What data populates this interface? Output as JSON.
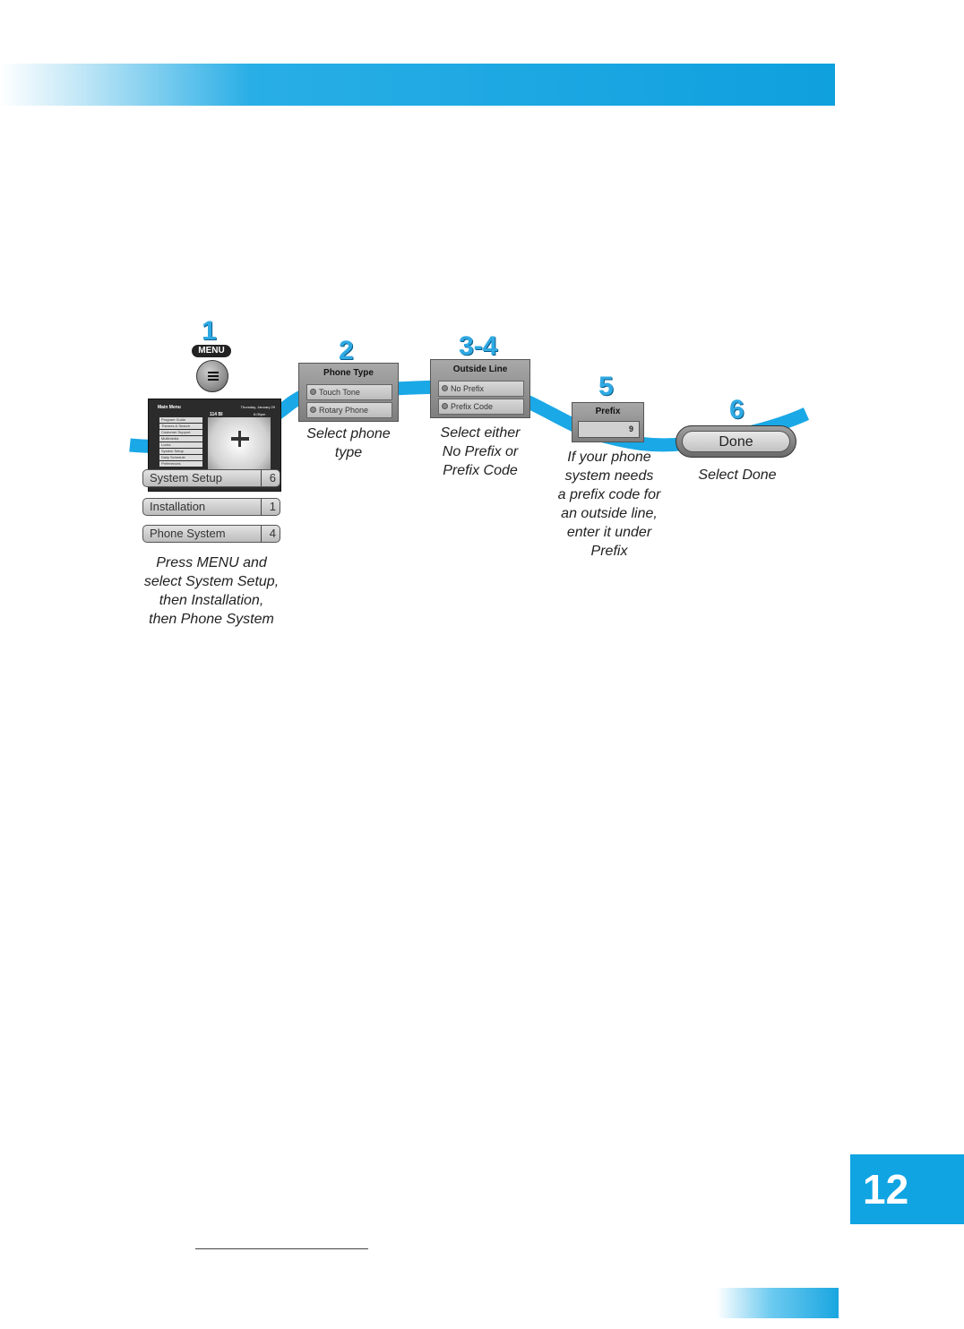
{
  "steps": [
    {
      "number": "1",
      "caption": [
        "Press MENU and",
        "select System Setup,",
        "then Installation,",
        "then Phone System"
      ]
    },
    {
      "number": "2",
      "caption": [
        "Select phone",
        "type"
      ]
    },
    {
      "number": "3-4",
      "caption": [
        "Select either",
        "No Prefix or",
        "Prefix Code"
      ]
    },
    {
      "number": "5",
      "caption": [
        "If your phone",
        "system needs",
        "a prefix code for",
        "an outside line,",
        "enter it under",
        "Prefix"
      ]
    },
    {
      "number": "6",
      "caption": [
        "Select Done"
      ]
    }
  ],
  "remote": {
    "menu_label": "MENU",
    "menu_button_icon": "menu-lines-icon"
  },
  "tv_screen": {
    "title": "Main Menu",
    "date": "Thursday, January 29",
    "channel": "114 BI",
    "time": "6:05pm",
    "items": [
      "Program Guide",
      "Themes & Search",
      "Customer Support",
      "Multimedia",
      "Locks",
      "System Setup",
      "Daily Schedule",
      "Preferences"
    ]
  },
  "menu_path": [
    {
      "label": "System Setup",
      "key": "6"
    },
    {
      "label": "Installation",
      "key": "1"
    },
    {
      "label": "Phone System",
      "key": "4"
    }
  ],
  "phone_type_dialog": {
    "title": "Phone Type",
    "options": [
      "Touch Tone",
      "Rotary Phone"
    ]
  },
  "outside_line_dialog": {
    "title": "Outside Line",
    "options": [
      "No Prefix",
      "Prefix Code"
    ]
  },
  "prefix_dialog": {
    "title": "Prefix",
    "value": "9"
  },
  "done_button": {
    "label": "Done"
  },
  "chapter_number": "12",
  "colors": {
    "accent_blue": "#10a4e2",
    "step_number_blue": "#2fa9e3"
  }
}
